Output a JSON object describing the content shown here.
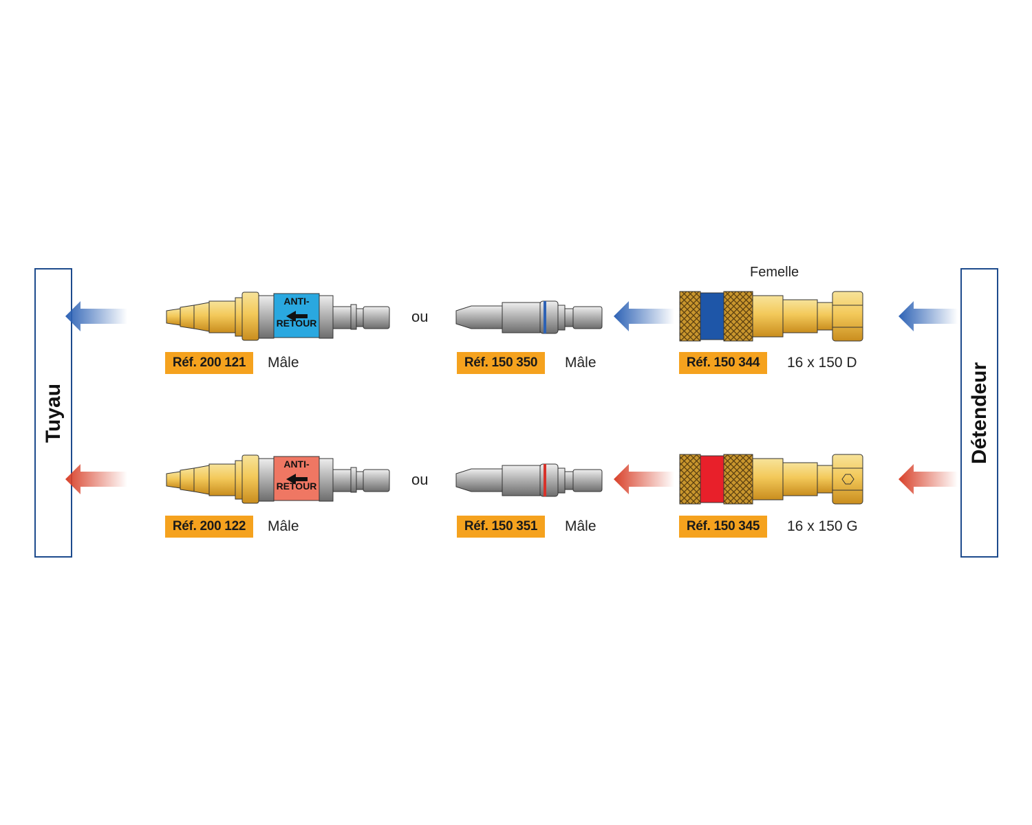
{
  "side_labels": {
    "left": "Tuyau",
    "right": "Détendeur"
  },
  "connector_word": "ou",
  "femelle_label": "Femelle",
  "rows": [
    {
      "color": "#2d62b5",
      "valve": {
        "ref": "Réf. 200 121",
        "desc": "Mâle",
        "line1": "ANTI-",
        "line2": "RETOUR",
        "window_color": "#2aa8e0"
      },
      "plug": {
        "ref": "Réf. 150 350",
        "desc": "Mâle",
        "ring_color": "#2d62b5"
      },
      "socket": {
        "ref": "Réf. 150 344",
        "desc": "16 x 150 D",
        "band_color": "#1e56a8"
      }
    },
    {
      "color": "#d8412a",
      "valve": {
        "ref": "Réf. 200 122",
        "desc": "Mâle",
        "line1": "ANTI-",
        "line2": "RETOUR",
        "window_color": "#ef7763"
      },
      "plug": {
        "ref": "Réf. 150 351",
        "desc": "Mâle",
        "ring_color": "#d8322a"
      },
      "socket": {
        "ref": "Réf. 150 345",
        "desc": "16 x 150 G",
        "band_color": "#e8202a"
      }
    }
  ]
}
